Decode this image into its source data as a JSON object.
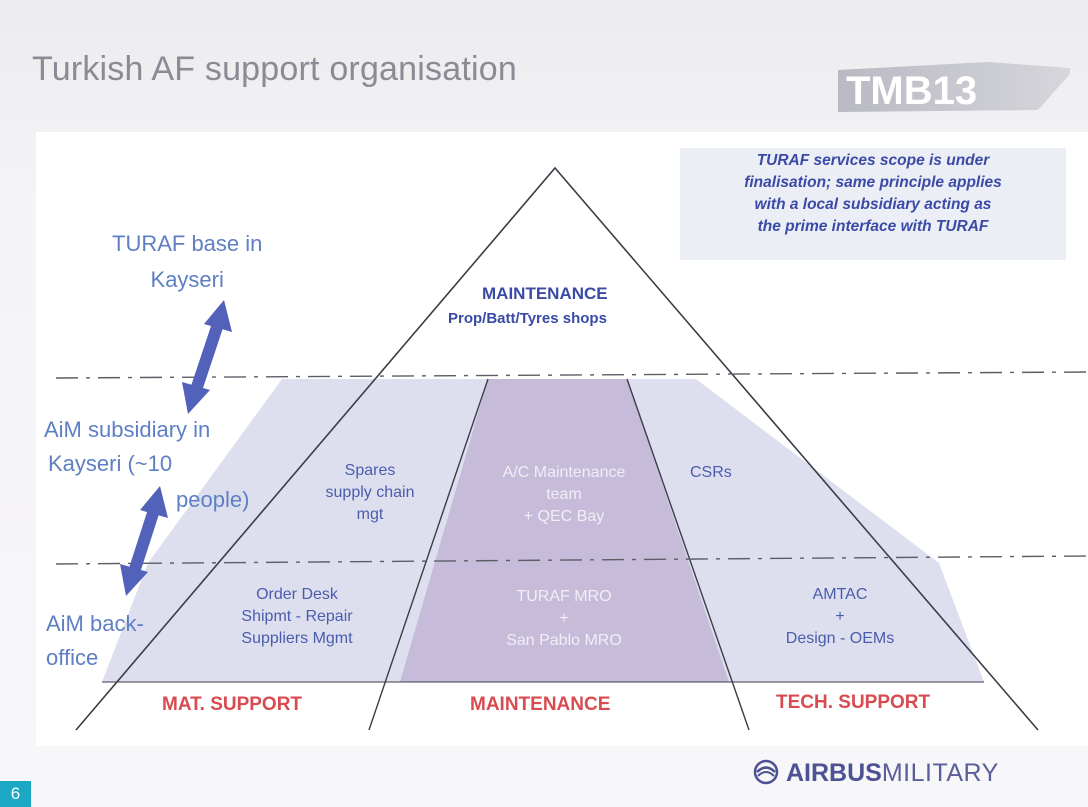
{
  "slide": {
    "title": "Turkish AF support organisation",
    "page_number": "6"
  },
  "logo": {
    "tmb_text": "TMB13"
  },
  "note": {
    "text": "TURAF services scope is under\nfinalisation; same principle applies\nwith a local subsidiary acting as\nthe prime interface with TURAF"
  },
  "left_labels": {
    "turaf_base": "TURAF base in\nKayseri",
    "subsidiary_line1": "AiM subsidiary in",
    "subsidiary_line2": "Kayseri (~10",
    "subsidiary_line3": "people)",
    "backoffice_line1": "AiM back-",
    "backoffice_line2": "office"
  },
  "pyramid": {
    "apex_title": "MAINTENANCE",
    "apex_subtitle": "Prop/Batt/Tyres shops",
    "middle_left": "Spares\nsupply chain\nmgt",
    "middle_center": "A/C Maintenance\nteam\n+ QEC Bay",
    "middle_right": "CSRs",
    "bottom_left": "Order Desk\nShipmt - Repair\nSuppliers Mgmt",
    "bottom_center": "TURAF MRO\n+\nSan Pablo MRO",
    "bottom_right": "AMTAC\n+\nDesign - OEMs"
  },
  "bottom_labels": {
    "left": "MAT. SUPPORT",
    "center": "MAINTENANCE",
    "right": "TECH. SUPPORT"
  },
  "footer": {
    "brand_bold": "AIRBUS",
    "brand_light": "MILITARY"
  },
  "colors": {
    "pyramid_fill": "#dddfee",
    "center_fill": "#c6bcd9",
    "arrow": "#5262ba",
    "red_labels": "#d94b50"
  }
}
